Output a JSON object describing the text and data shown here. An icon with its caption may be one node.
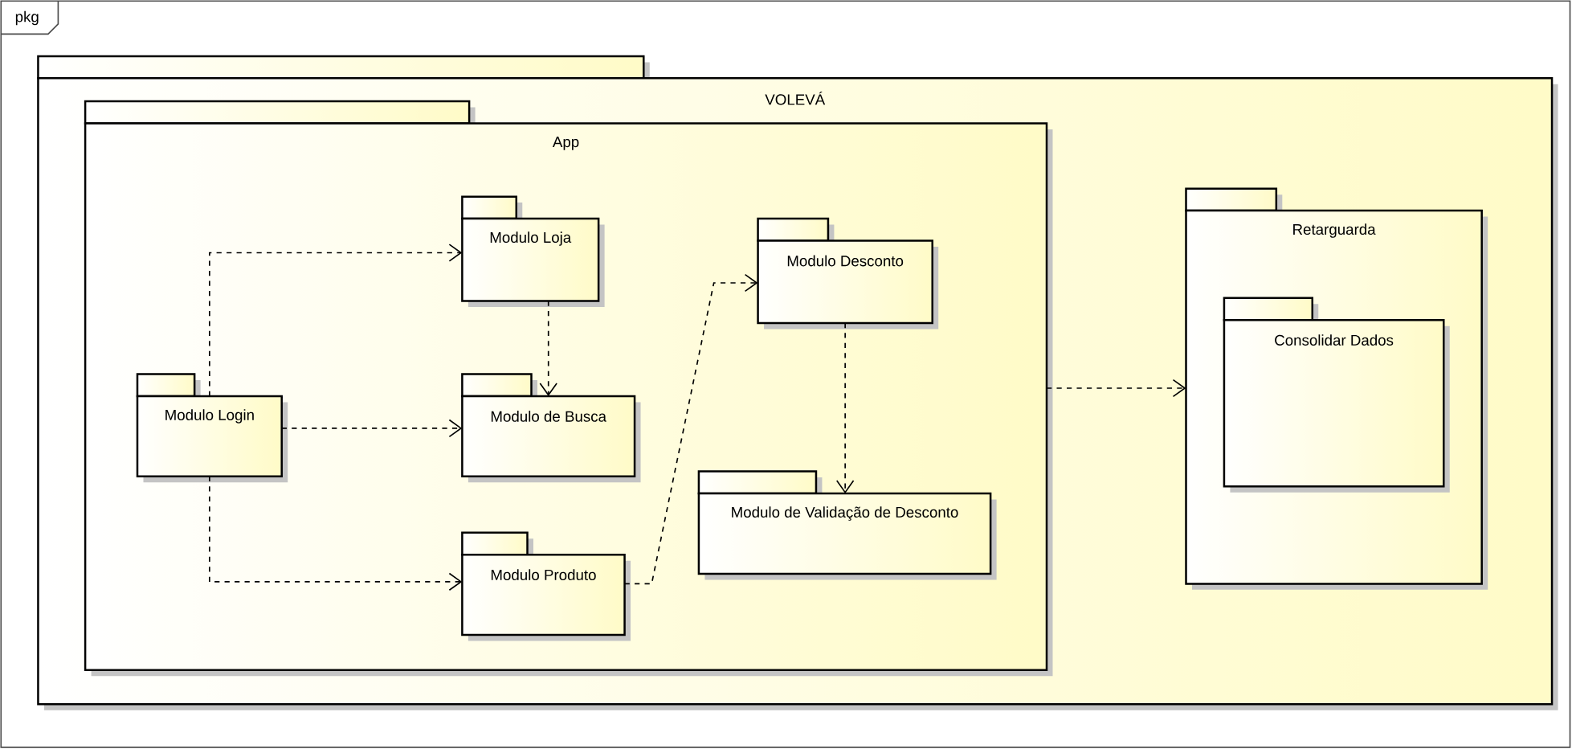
{
  "diagram": {
    "nodes": [
      {
        "text": [
          "VOLEVÁ"
        ]
      },
      {
        "text": [
          "App"
        ],
        "in": 0
      },
      {
        "text": [
          "Modulo Loja"
        ],
        "in": 1
      },
      {
        "text": [
          "Modulo Login"
        ],
        "in": 1
      },
      {
        "text": [
          "Modulo de Busca"
        ],
        "in": 1
      },
      {
        "text": [
          "Modulo Produto"
        ],
        "in": 1
      },
      {
        "text": [
          "Modulo Desconto"
        ],
        "in": 1
      },
      {
        "text": [
          "Modulo de Validação de Desconto"
        ],
        "in": 1
      },
      {
        "text": [
          "Retarguarda"
        ],
        "in": 0
      },
      {
        "text": [
          "Consolidar Dados"
        ],
        "in": 8
      }
    ],
    "edges": [
      {
        "from": 3,
        "to": 2,
        "arrow": "to",
        "style": "dashed"
      },
      {
        "from": 2,
        "to": 4,
        "arrow": "to",
        "style": "dashed"
      },
      {
        "from": 3,
        "to": 4,
        "arrow": "to",
        "style": "dashed"
      },
      {
        "from": 3,
        "to": 5,
        "arrow": "to",
        "style": "dashed"
      },
      {
        "from": 5,
        "to": 6,
        "arrow": "to",
        "style": "dashed"
      },
      {
        "from": 6,
        "to": 7,
        "arrow": "to",
        "style": "dashed"
      },
      {
        "from": 1,
        "to": 8,
        "arrow": "to",
        "style": "dashed"
      }
    ],
    "labels": [
      "pkg"
    ]
  }
}
